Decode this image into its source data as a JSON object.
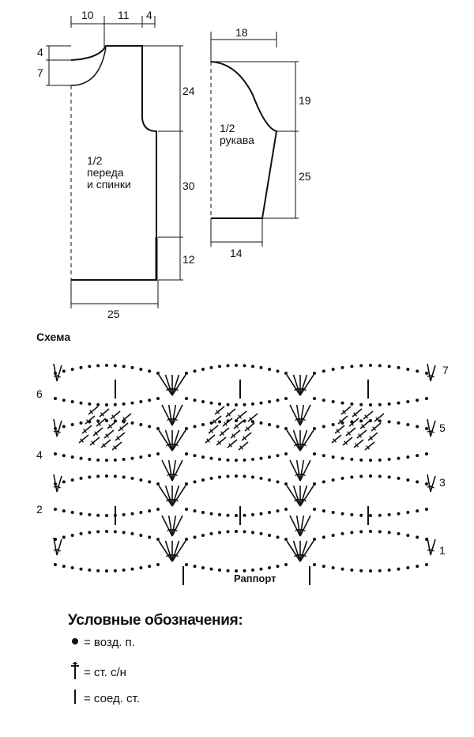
{
  "pattern": {
    "body_piece": {
      "label": "1/2\nпереда\nи спинки",
      "dims": {
        "neck_width": "10",
        "shoulder_width": "11",
        "armhole_width": "4",
        "neck_drop_front_top": "4",
        "neck_drop_front": "7",
        "armhole_depth": "24",
        "body_length": "30",
        "hem_length": "12",
        "hem_width": "25"
      }
    },
    "sleeve_piece": {
      "label": "1/2\nрукава",
      "dims": {
        "cap_width": "18",
        "cap_height": "19",
        "sleeve_length": "25",
        "cuff_width": "14"
      }
    },
    "chart": {
      "title": "Схема",
      "repeat_label": "Раппорт",
      "row_numbers_left": [
        "6",
        "4",
        "2"
      ],
      "row_numbers_right": [
        "7",
        "5",
        "3",
        "1"
      ]
    },
    "legend": {
      "title": "Условные обозначения:",
      "items": [
        {
          "symbol": "chain-dot-icon",
          "text": "= возд. п."
        },
        {
          "symbol": "double-crochet-icon",
          "text": "= ст. с/н"
        },
        {
          "symbol": "slip-stitch-icon",
          "text": "= соед. ст."
        }
      ]
    }
  }
}
